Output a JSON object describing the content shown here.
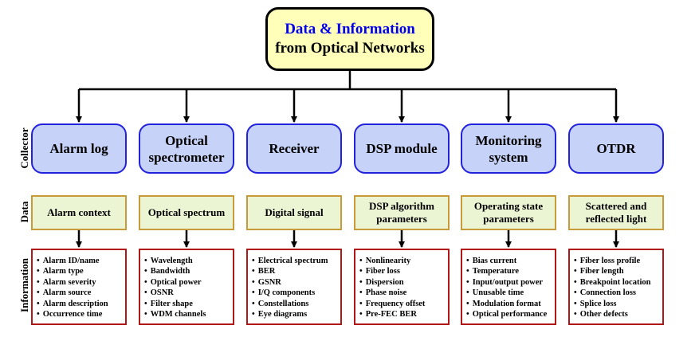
{
  "root": {
    "line1": "Data & Information",
    "line2": "from Optical Networks"
  },
  "row_labels": {
    "collector": "Collector",
    "data": "Data",
    "information": "Information"
  },
  "columns": [
    {
      "collector": "Alarm log",
      "data": "Alarm context",
      "info": [
        "Alarm ID/name",
        "Alarm type",
        "Alarm severity",
        "Alarm source",
        "Alarm description",
        "Occurrence time"
      ]
    },
    {
      "collector": "Optical spectrometer",
      "data": "Optical spectrum",
      "info": [
        "Wavelength",
        "Bandwidth",
        "Optical power",
        "OSNR",
        "Filter shape",
        "WDM channels"
      ]
    },
    {
      "collector": "Receiver",
      "data": "Digital signal",
      "info": [
        "Electrical spectrum",
        "BER",
        "GSNR",
        "I/Q components",
        "Constellations",
        "Eye diagrams"
      ]
    },
    {
      "collector": "DSP module",
      "data": "DSP algorithm parameters",
      "info": [
        "Nonlinearity",
        "Fiber loss",
        "Dispersion",
        "Phase noise",
        "Frequency offset",
        "Pre-FEC BER"
      ]
    },
    {
      "collector": "Monitoring system",
      "data": "Operating state parameters",
      "info": [
        "Bias current",
        "Temperature",
        "Input/output power",
        "Unusable time",
        "Modulation format",
        "Optical performance"
      ]
    },
    {
      "collector": "OTDR",
      "data": "Scattered and reflected light",
      "info": [
        "Fiber loss profile",
        "Fiber length",
        "Breakpoint location",
        "Connection loss",
        "Splice loss",
        "Other defects"
      ]
    }
  ]
}
